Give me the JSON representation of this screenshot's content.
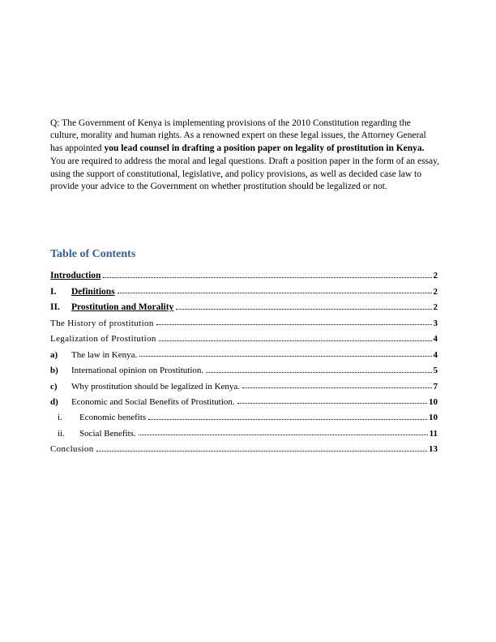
{
  "question": {
    "prefix": "Q: The Government of Kenya is implementing provisions of the 2010 Constitution regarding the culture, morality and human rights. As a renowned expert on these legal issues, the Attorney General has appointed ",
    "bold": "you lead counsel in drafting a position paper on legality of prostitution in Kenya.",
    "suffix": "  You are required to address the moral and legal questions. Draft a position paper in the form of an essay, using the support of constitutional, legislative, and policy provisions, as well as decided case law to provide your advice to the Government on whether prostitution should be legalized or not."
  },
  "toc": {
    "heading": "Table of Contents",
    "heading_color": "#365F91",
    "entries": [
      {
        "marker": "",
        "label": "Introduction",
        "page": "2",
        "level": 0,
        "bold": true,
        "underline": true,
        "marker_bold": false,
        "wide": false
      },
      {
        "marker": "I.",
        "label": "Definitions",
        "page": "2",
        "level": 1,
        "bold": true,
        "underline": true,
        "marker_bold": true,
        "wide": false
      },
      {
        "marker": "II.",
        "label": "Prostitution and Morality",
        "page": "2",
        "level": 1,
        "bold": true,
        "underline": true,
        "marker_bold": true,
        "wide": false
      },
      {
        "marker": "",
        "label": "The History of prostitution",
        "page": "3",
        "level": 0,
        "bold": false,
        "underline": false,
        "marker_bold": false,
        "wide": true
      },
      {
        "marker": "",
        "label": "Legalization of Prostitution",
        "page": "4",
        "level": 0,
        "bold": false,
        "underline": false,
        "marker_bold": false,
        "wide": true
      },
      {
        "marker": "a)",
        "label": "The law in Kenya.",
        "page": "4",
        "level": 1,
        "bold": false,
        "underline": false,
        "marker_bold": true,
        "wide": false
      },
      {
        "marker": "b)",
        "label": "International opinion on Prostitution.",
        "page": "5",
        "level": 1,
        "bold": false,
        "underline": false,
        "marker_bold": true,
        "wide": false
      },
      {
        "marker": "c)",
        "label": "Why prostitution should be legalized in Kenya.",
        "page": "7",
        "level": 1,
        "bold": false,
        "underline": false,
        "marker_bold": true,
        "wide": false
      },
      {
        "marker": "d)",
        "label": "Economic and Social Benefits of Prostitution.",
        "page": "10",
        "level": 1,
        "bold": false,
        "underline": false,
        "marker_bold": true,
        "wide": false
      },
      {
        "marker": "i.",
        "label": "Economic benefits",
        "page": "10",
        "level": 2,
        "bold": false,
        "underline": false,
        "marker_bold": false,
        "wide": false
      },
      {
        "marker": "ii.",
        "label": "Social Benefits.",
        "page": "11",
        "level": 2,
        "bold": false,
        "underline": false,
        "marker_bold": false,
        "wide": false
      },
      {
        "marker": "",
        "label": "Conclusion",
        "page": "13",
        "level": 0,
        "bold": false,
        "underline": false,
        "marker_bold": false,
        "wide": true
      }
    ]
  }
}
